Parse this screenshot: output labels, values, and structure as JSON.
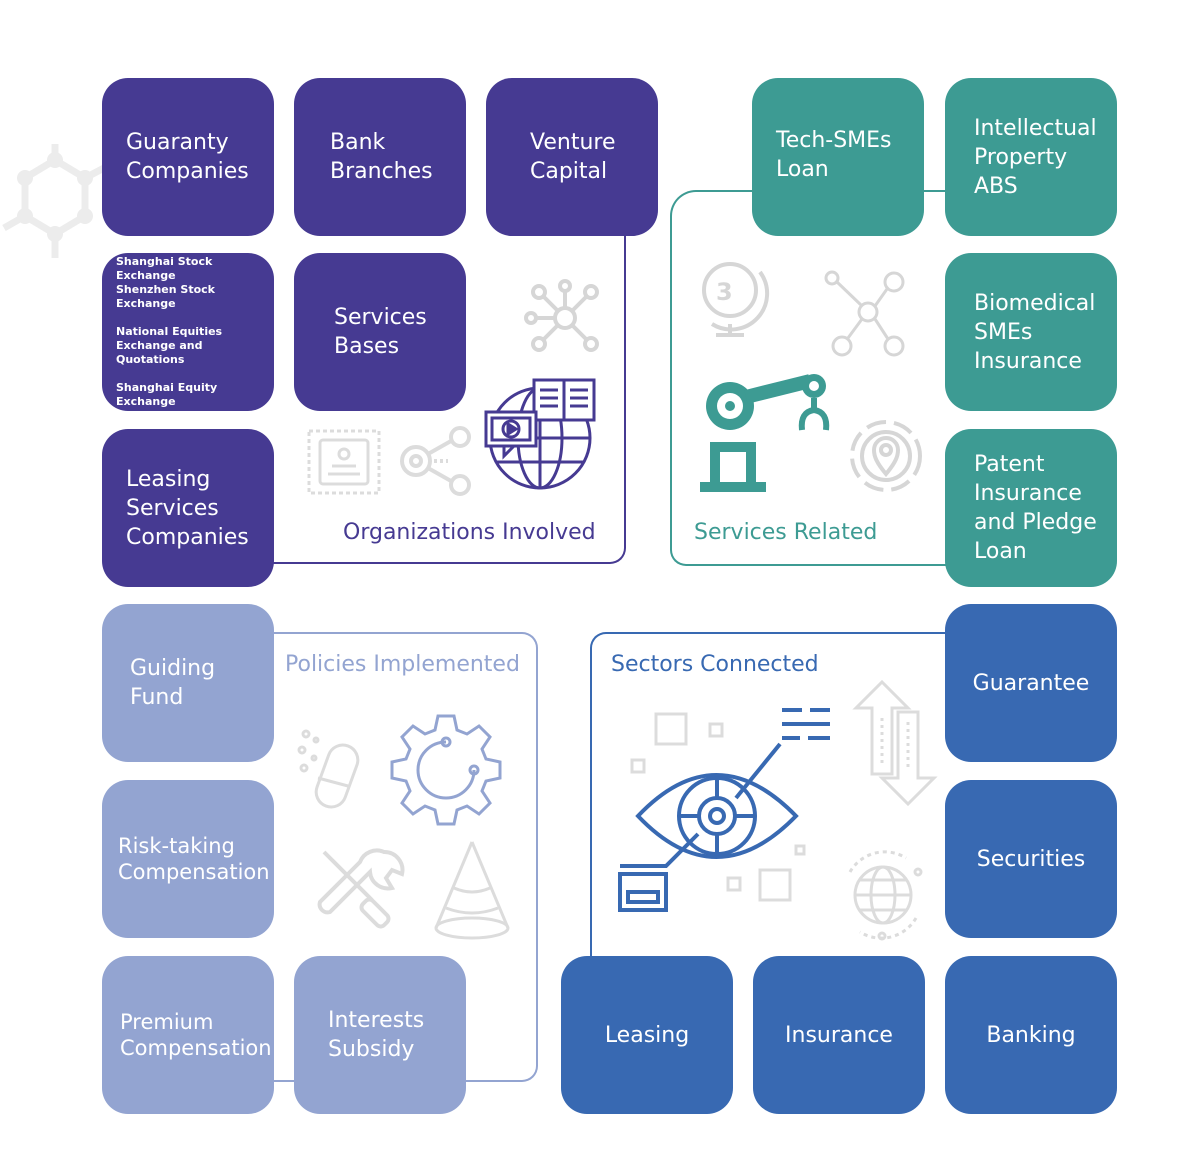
{
  "sections": {
    "organizations": {
      "label": "Organizations Involved",
      "tiles": [
        "Guaranty Companies",
        "Bank Branches",
        "Venture Capital",
        "Services Bases",
        "Leasing Services Companies"
      ],
      "exchanges": [
        "Shanghai Stock Exchange",
        "Shenzhen Stock Exchange",
        "National Equities Exchange and Quotations",
        "Shanghai Equity Exchange"
      ]
    },
    "services": {
      "label": "Services Related",
      "tiles": [
        "Tech-SMEs Loan",
        "Intellectual Property ABS",
        "Biomedical SMEs Insurance",
        "Patent Insurance and Pledge Loan"
      ]
    },
    "policies": {
      "label": "Policies Implemented",
      "tiles": [
        "Guiding Fund",
        "Risk-taking Compensation",
        "Premium Compensation",
        "Interests Subsidy"
      ]
    },
    "sectors": {
      "label": "Sectors Connected",
      "tiles": [
        "Guarantee",
        "Securities",
        "Leasing",
        "Insurance",
        "Banking"
      ]
    }
  },
  "colors": {
    "organizations": "#463a92",
    "services": "#3d9b93",
    "policies": "#93a4d1",
    "sectors": "#3869b2",
    "decor_gray": "#d6d6d6"
  },
  "icons": [
    "molecule-icon",
    "network-icon",
    "globe-media-icon",
    "certificate-icon",
    "share-icon",
    "globe-3d-icon",
    "robot-arm-icon",
    "location-pin-icon",
    "pills-icon",
    "gear-icon",
    "tools-icon",
    "cone-icon",
    "eye-scan-icon",
    "arrows-updown-icon",
    "globe-icon"
  ]
}
